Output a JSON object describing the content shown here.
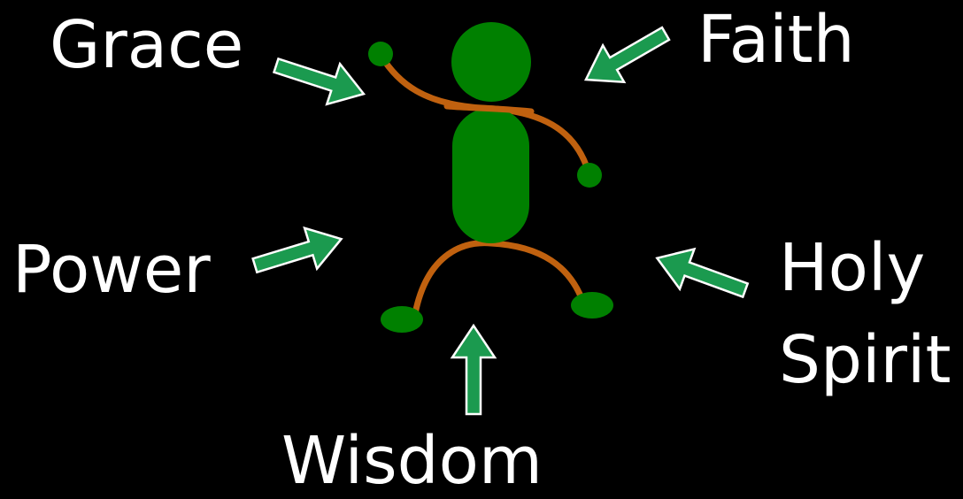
{
  "labels": {
    "grace": "Grace",
    "faith": "Faith",
    "power": "Power",
    "holy_spirit_line1": "Holy",
    "holy_spirit_line2": "Spirit",
    "wisdom": "Wisdom"
  },
  "colors": {
    "background": "#000000",
    "text": "#ffffff",
    "figure_green": "#008000",
    "limb_orange": "#c0610f",
    "arrow_green": "#1b9a4f",
    "arrow_outline": "#ffffff"
  }
}
